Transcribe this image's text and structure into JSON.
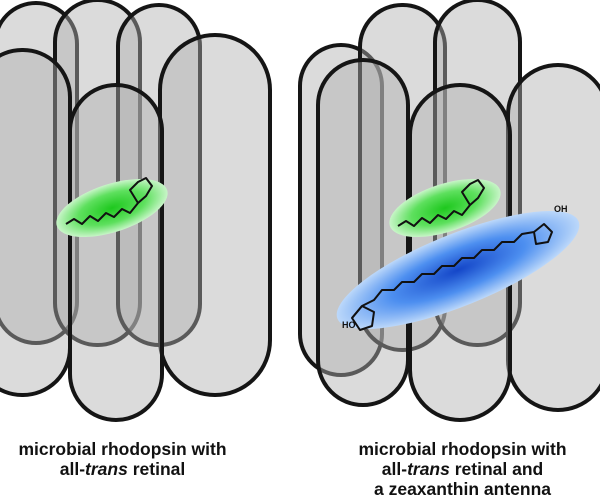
{
  "colors": {
    "retinal_glow": "#3fd23f",
    "zeaxanthin_glow": "#2a6fe0",
    "helix_fill": "#b4b4b4",
    "outline": "#151515"
  },
  "left_panel": {
    "caption_line1": "microbial rhodopsin with",
    "caption_line2_prefix": "all-",
    "caption_line2_italic": "trans",
    "caption_line2_suffix": " retinal"
  },
  "right_panel": {
    "caption_line1": "microbial rhodopsin with",
    "caption_line2_prefix": "all-",
    "caption_line2_italic": "trans",
    "caption_line2_suffix": " retinal and",
    "caption_line3": "a zeaxanthin antenna",
    "hydroxyl_left": "HO",
    "hydroxyl_right": "OH"
  }
}
